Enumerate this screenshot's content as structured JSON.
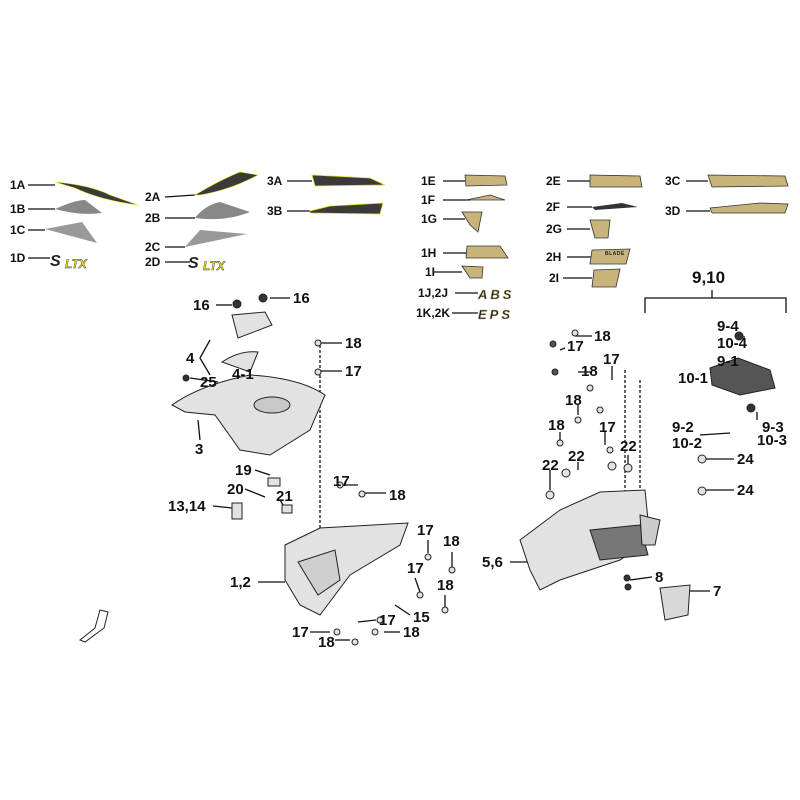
{
  "diagram": {
    "type": "exploded-parts-diagram",
    "colors": {
      "decal_dark": "#3a3a3a",
      "decal_yellow": "#e6e01a",
      "decal_gold": "#c8b47a",
      "part_gray": "#d8d8d8",
      "outline": "#222222"
    },
    "decal_labels": [
      "1A",
      "1B",
      "1C",
      "1D",
      "2A",
      "2B",
      "2C",
      "2D",
      "3A",
      "3B",
      "1E",
      "1F",
      "1G",
      "1H",
      "1I",
      "1J,2J",
      "1K,2K",
      "2E",
      "2F",
      "2G",
      "2H",
      "2I",
      "3C",
      "3D"
    ],
    "decal_texts": {
      "abs": "ABS",
      "eps": "EPS",
      "ltx": "LTX",
      "blade": "BLADE"
    },
    "group_label": "9,10",
    "left_labels": [
      "16",
      "16",
      "18",
      "4",
      "4-1",
      "25",
      "17",
      "3",
      "19",
      "17",
      "18",
      "20",
      "21",
      "13,14",
      "17",
      "18",
      "1,2",
      "17",
      "18",
      "17",
      "15",
      "17",
      "18",
      "18"
    ],
    "right_labels": [
      "18",
      "17",
      "17",
      "18",
      "18",
      "18",
      "17",
      "22",
      "22",
      "22",
      "9-4",
      "10-4",
      "9-1",
      "10-1",
      "9-2",
      "10-2",
      "9-3",
      "10-3",
      "24",
      "24",
      "5,6",
      "8",
      "7"
    ]
  }
}
